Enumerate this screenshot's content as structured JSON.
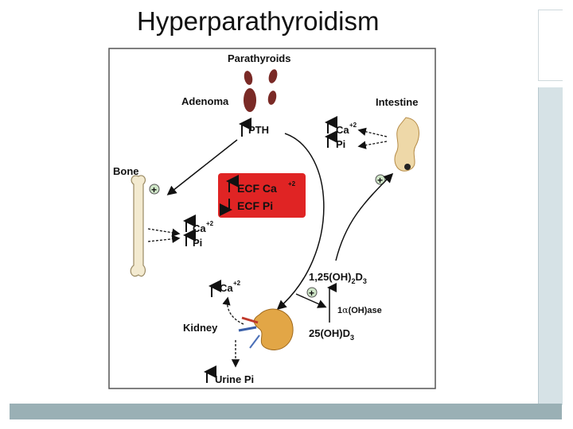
{
  "slide": {
    "title": "Hyperparathyroidism"
  },
  "diagram": {
    "labels": {
      "parathyroids": "Parathyroids",
      "adenoma": "Adenoma",
      "pth": "PTH",
      "intestine": "Intestine",
      "bone": "Bone",
      "ecf_ca": "ECF Ca",
      "ecf_ca_sup": "+2",
      "ecf_pi": "ECF Pi",
      "int_ca": "Ca",
      "int_ca_sup": "+2",
      "int_pi": "Pi",
      "bone_ca": "Ca",
      "bone_ca_sup": "+2",
      "bone_pi": "Pi",
      "kidney_ca": "Ca",
      "kidney_ca_sup": "+2",
      "kidney": "Kidney",
      "urine_pi": "Urine Pi",
      "d3_active_a": "1,25(OH)",
      "d3_active_sub2": "2",
      "d3_active_b": "D",
      "d3_active_sub3": "3",
      "hydroxylase_a": "1",
      "hydroxylase_alpha": "α",
      "hydroxylase_b": "(OH)ase",
      "d3_precursor_a": "25(OH)D",
      "d3_precursor_sub3": "3",
      "plus": "+"
    },
    "colors": {
      "ecf_box": "#e02424",
      "gland": "#7a2a26",
      "bone": "#f3ead0",
      "kidney": "#e2a646",
      "intestine": "#eed8a8",
      "plus_circle": "#cfe6c8"
    }
  }
}
